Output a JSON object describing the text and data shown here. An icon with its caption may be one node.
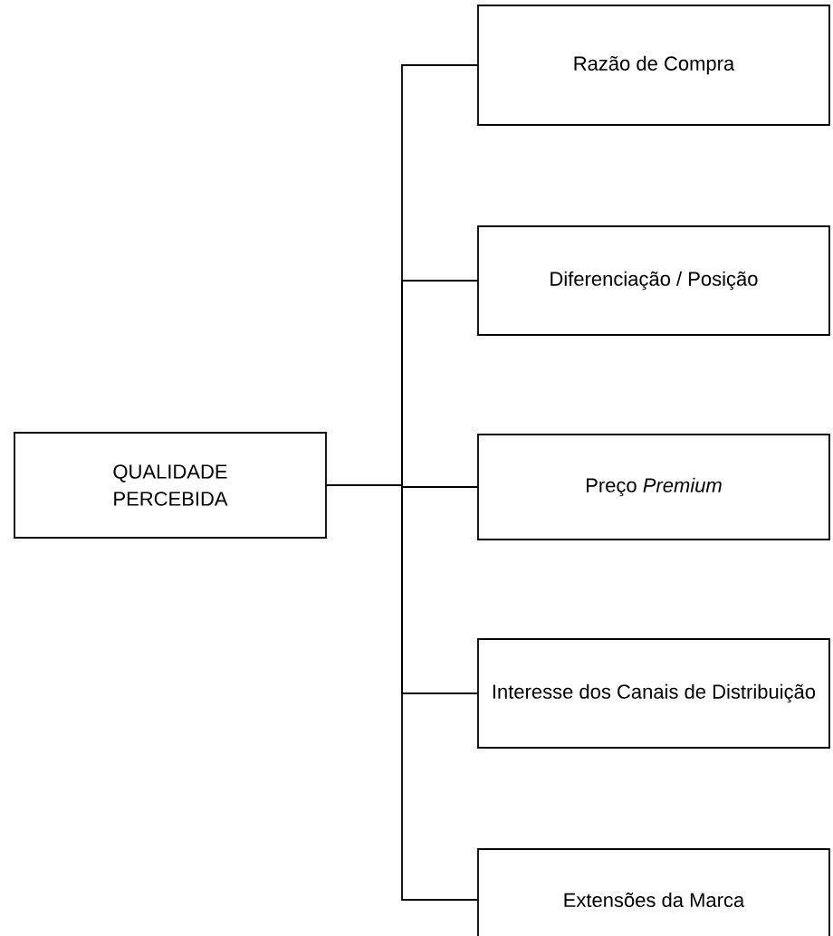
{
  "diagram": {
    "nodes": [
      {
        "text": [
          "QUALIDADE PERCEBIDA"
        ]
      },
      {
        "text": [
          "Razão de Compra"
        ]
      },
      {
        "text": [
          "Diferenciação / Posição"
        ]
      },
      {
        "text": [
          "Preço *Premium*"
        ]
      },
      {
        "text": [
          "Interesse dos Canais de Distribuição"
        ]
      },
      {
        "text": [
          "Extensões da Marca"
        ]
      }
    ],
    "edges": [
      {
        "from": 0,
        "to": 1,
        "arrow": "none"
      },
      {
        "from": 0,
        "to": 2,
        "arrow": "none"
      },
      {
        "from": 0,
        "to": 3,
        "arrow": "none"
      },
      {
        "from": 0,
        "to": 4,
        "arrow": "none"
      },
      {
        "from": 0,
        "to": 5,
        "arrow": "none"
      }
    ]
  }
}
